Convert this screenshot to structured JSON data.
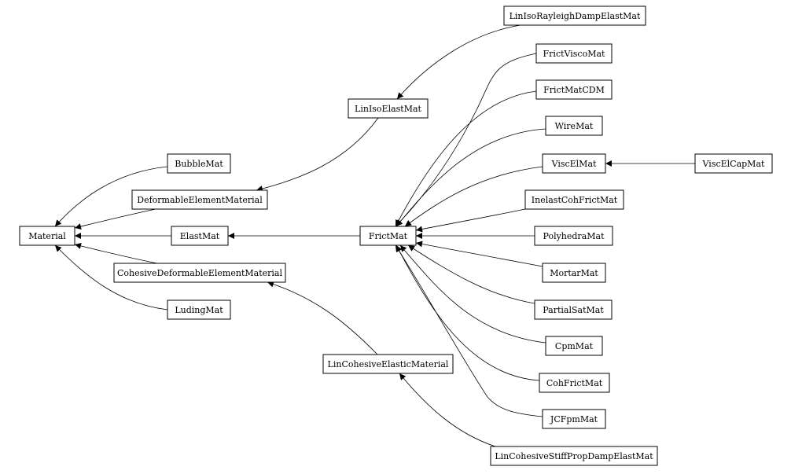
{
  "diagram": {
    "type": "class-inheritance",
    "nodes": {
      "material": "Material",
      "bubble_mat": "BubbleMat",
      "deformable_element_material": "DeformableElementMaterial",
      "elast_mat": "ElastMat",
      "cohesive_deformable_element_material": "CohesiveDeformableElementMaterial",
      "luding_mat": "LudingMat",
      "lin_iso_elast_mat": "LinIsoElastMat",
      "frict_mat": "FrictMat",
      "lin_cohesive_elastic_material": "LinCohesiveElasticMaterial",
      "lin_iso_rayleigh_damp_elast_mat": "LinIsoRayleighDampElastMat",
      "frict_visco_mat": "FrictViscoMat",
      "frict_mat_cdm": "FrictMatCDM",
      "wire_mat": "WireMat",
      "visc_el_mat": "ViscElMat",
      "inelast_coh_frict_mat": "InelastCohFrictMat",
      "polyhedra_mat": "PolyhedraMat",
      "mortar_mat": "MortarMat",
      "partial_sat_mat": "PartialSatMat",
      "cpm_mat": "CpmMat",
      "coh_frict_mat": "CohFrictMat",
      "jcfpm_mat": "JCFpmMat",
      "lin_cohesive_stiff_prop_damp_elast_mat": "LinCohesiveStiffPropDampElastMat",
      "visc_el_cap_mat": "ViscElCapMat"
    },
    "edges": [
      {
        "from": "bubble_mat",
        "to": "material"
      },
      {
        "from": "deformable_element_material",
        "to": "material"
      },
      {
        "from": "elast_mat",
        "to": "material"
      },
      {
        "from": "cohesive_deformable_element_material",
        "to": "material"
      },
      {
        "from": "luding_mat",
        "to": "material"
      },
      {
        "from": "lin_iso_elast_mat",
        "to": "deformable_element_material"
      },
      {
        "from": "frict_mat",
        "to": "elast_mat"
      },
      {
        "from": "lin_cohesive_elastic_material",
        "to": "cohesive_deformable_element_material"
      },
      {
        "from": "lin_iso_rayleigh_damp_elast_mat",
        "to": "lin_iso_elast_mat"
      },
      {
        "from": "frict_visco_mat",
        "to": "frict_mat"
      },
      {
        "from": "frict_mat_cdm",
        "to": "frict_mat"
      },
      {
        "from": "wire_mat",
        "to": "frict_mat"
      },
      {
        "from": "visc_el_mat",
        "to": "frict_mat"
      },
      {
        "from": "inelast_coh_frict_mat",
        "to": "frict_mat"
      },
      {
        "from": "polyhedra_mat",
        "to": "frict_mat"
      },
      {
        "from": "mortar_mat",
        "to": "frict_mat"
      },
      {
        "from": "partial_sat_mat",
        "to": "frict_mat"
      },
      {
        "from": "cpm_mat",
        "to": "frict_mat"
      },
      {
        "from": "coh_frict_mat",
        "to": "frict_mat"
      },
      {
        "from": "jcfpm_mat",
        "to": "frict_mat"
      },
      {
        "from": "lin_cohesive_stiff_prop_damp_elast_mat",
        "to": "lin_cohesive_elastic_material"
      },
      {
        "from": "visc_el_cap_mat",
        "to": "visc_el_mat"
      }
    ]
  }
}
